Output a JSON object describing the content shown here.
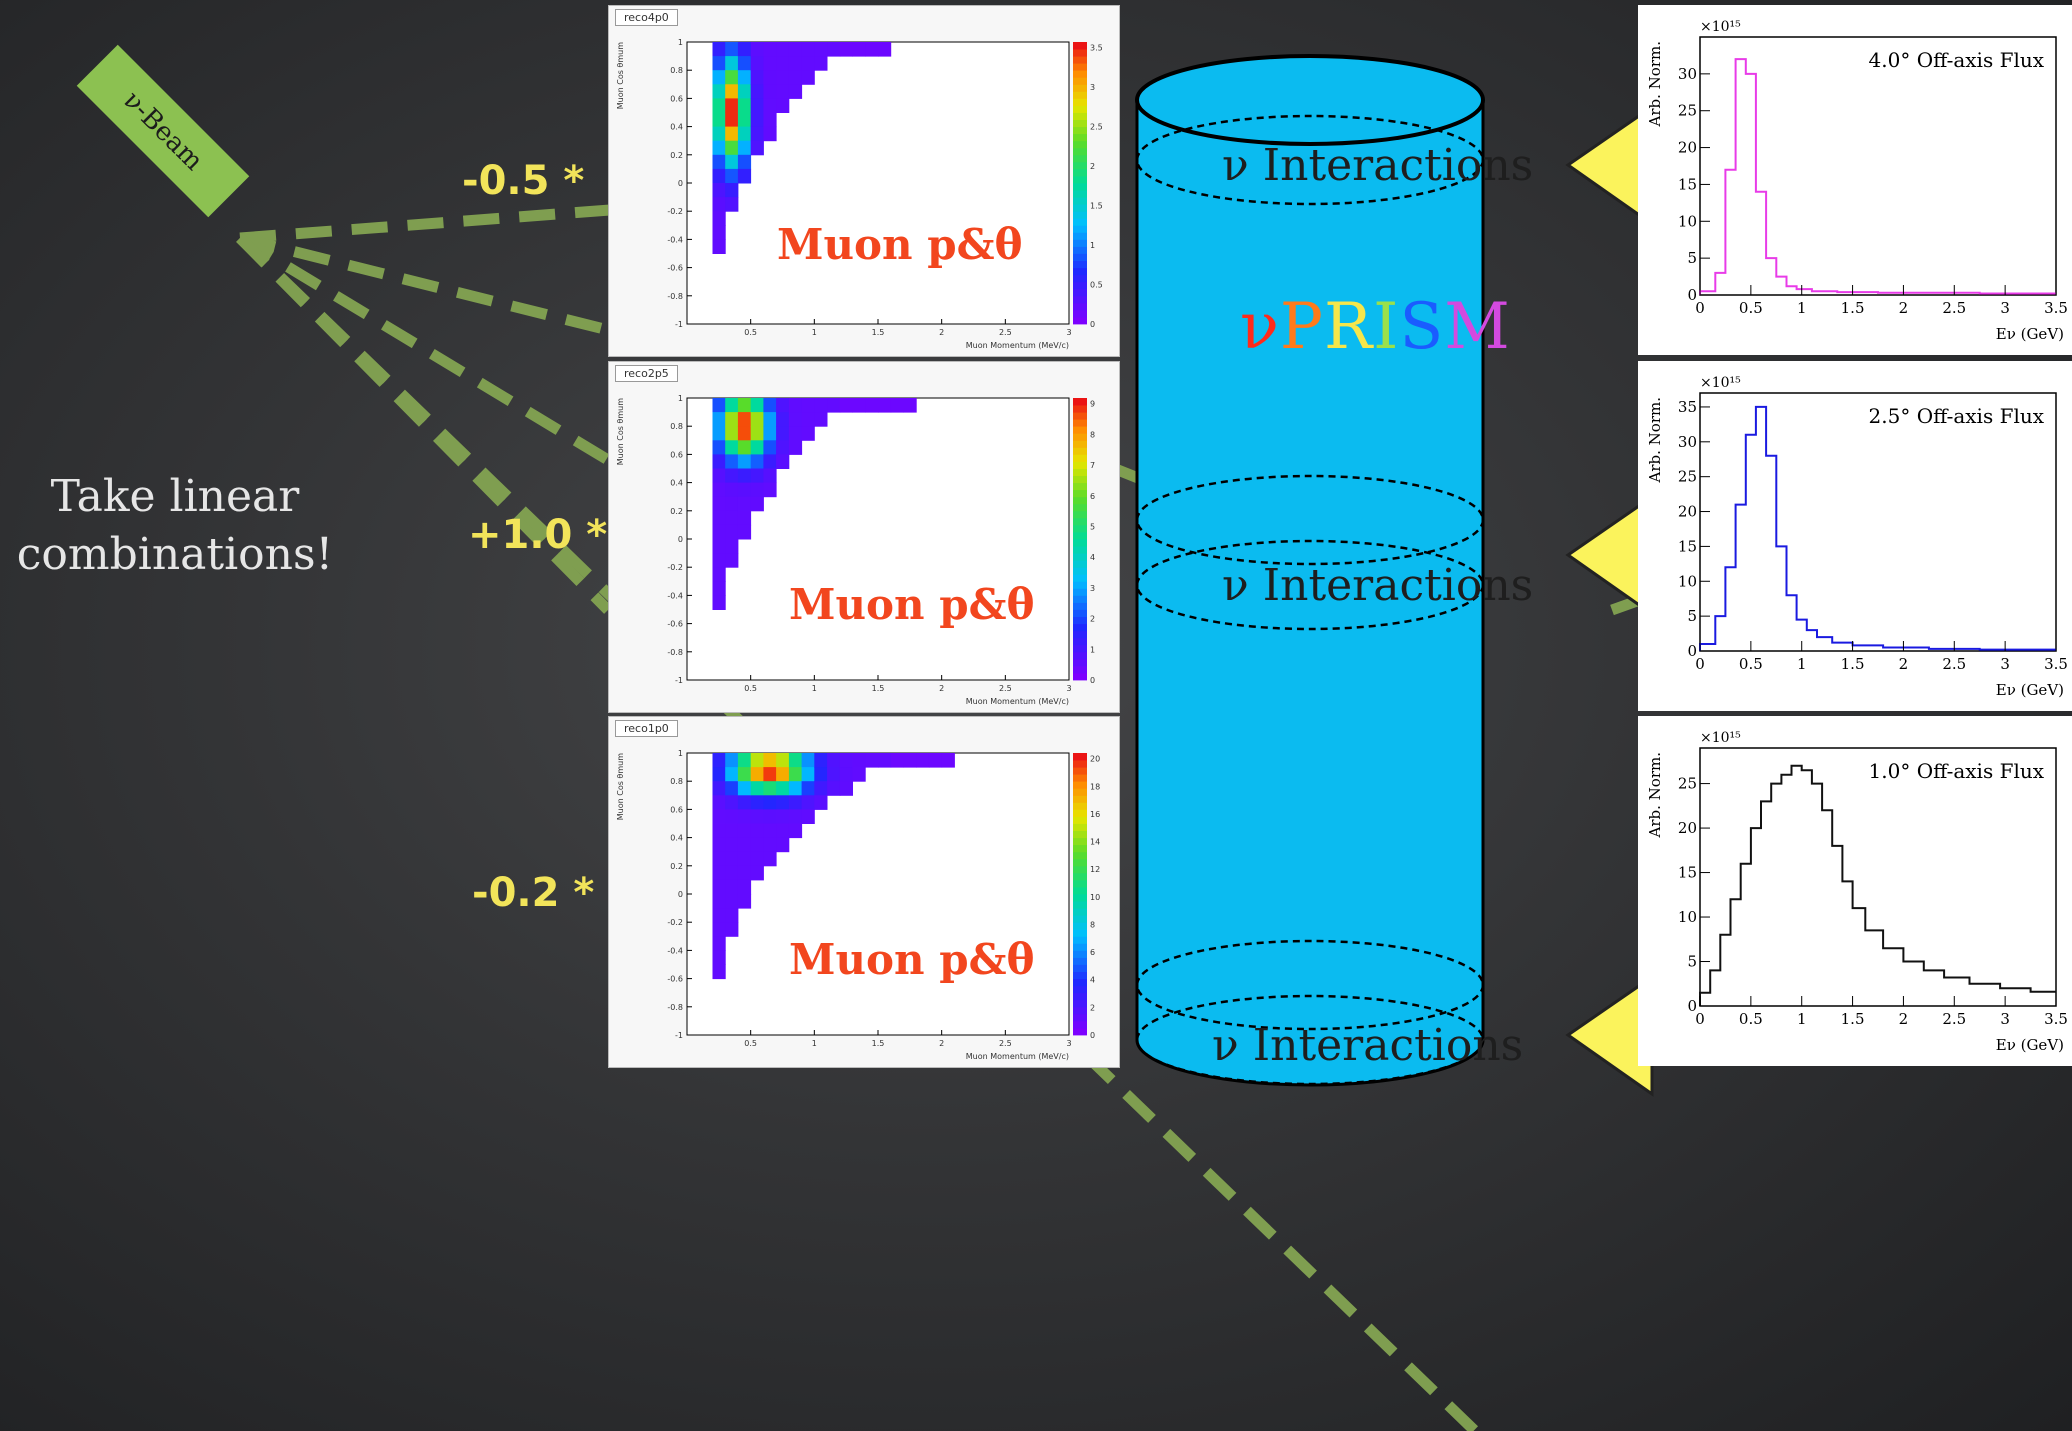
{
  "beam_label": "ν-Beam",
  "side_note": [
    "Take linear",
    "combinations!"
  ],
  "coefficients": [
    "-0.5 *",
    "+1.0 *",
    "-0.2 *"
  ],
  "panels": [
    {
      "tab": "reco4p0",
      "label": "Muon p&θ",
      "zmax": 3.5,
      "zticks": [
        "0",
        "0.5",
        "1",
        "1.5",
        "2",
        "2.5",
        "3",
        "3.5"
      ]
    },
    {
      "tab": "reco2p5",
      "label": "Muon p&θ",
      "zmax": 9,
      "zticks": [
        "0",
        "1",
        "2",
        "3",
        "4",
        "5",
        "6",
        "7",
        "8",
        "9"
      ]
    },
    {
      "tab": "reco1p0",
      "label": "Muon p&θ",
      "zmax": 20,
      "zticks": [
        "0",
        "2",
        "4",
        "6",
        "8",
        "10",
        "12",
        "14",
        "16",
        "18",
        "20"
      ]
    }
  ],
  "panel_axes": {
    "xlabel": "Muon Momentum (MeV/c)",
    "ylabel": "Muon Cos θmum",
    "xticks": [
      "0.5",
      "1",
      "1.5",
      "2",
      "2.5",
      "3"
    ],
    "yticks": [
      "1",
      "0.8",
      "0.6",
      "0.4",
      "0.2",
      "0",
      "-0.2",
      "-0.4",
      "-0.6",
      "-0.8",
      "-1"
    ]
  },
  "detector": {
    "name_letters": [
      "ν",
      "P",
      "R",
      "I",
      "S",
      "M"
    ],
    "name_colors": [
      "#ff2a1a",
      "#ff7a1a",
      "#f7e64a",
      "#9be04a",
      "#1a5cff",
      "#d34adf"
    ],
    "interaction_label": "ν Interactions",
    "cylinder_color": "#0bbbf0"
  },
  "chart_data": [
    {
      "type": "line",
      "title": "4.0° Off-axis Flux",
      "ylabel": "Arb. Norm.",
      "xlabel": "Eν (GeV)",
      "multiplier": "×10¹⁵",
      "color": "#e83be8",
      "xlim": [
        0,
        3.5
      ],
      "ylim": [
        0,
        35
      ],
      "xticks": [
        "0",
        "0.5",
        "1",
        "1.5",
        "2",
        "2.5",
        "3",
        "3.5"
      ],
      "yticks": [
        "0",
        "5",
        "10",
        "15",
        "20",
        "25",
        "30"
      ],
      "x": [
        0.1,
        0.2,
        0.3,
        0.4,
        0.5,
        0.6,
        0.7,
        0.8,
        0.9,
        1.0,
        1.2,
        1.5,
        2.0,
        2.5,
        3.0,
        3.5
      ],
      "y": [
        0.5,
        3,
        17,
        32,
        30,
        14,
        5,
        2.5,
        1.2,
        0.8,
        0.5,
        0.4,
        0.3,
        0.3,
        0.2,
        0.2
      ]
    },
    {
      "type": "line",
      "title": "2.5° Off-axis Flux",
      "ylabel": "Arb. Norm.",
      "xlabel": "Eν (GeV)",
      "multiplier": "×10¹⁵",
      "color": "#1a1ae0",
      "xlim": [
        0,
        3.5
      ],
      "ylim": [
        0,
        37
      ],
      "xticks": [
        "0",
        "0.5",
        "1",
        "1.5",
        "2",
        "2.5",
        "3",
        "3.5"
      ],
      "yticks": [
        "0",
        "5",
        "10",
        "15",
        "20",
        "25",
        "30",
        "35"
      ],
      "x": [
        0.1,
        0.2,
        0.3,
        0.4,
        0.5,
        0.6,
        0.7,
        0.8,
        0.9,
        1.0,
        1.1,
        1.2,
        1.4,
        1.6,
        2.0,
        2.5,
        3.0,
        3.5
      ],
      "y": [
        1,
        5,
        12,
        21,
        31,
        35,
        28,
        15,
        8,
        4.5,
        3,
        2,
        1.2,
        0.8,
        0.5,
        0.3,
        0.2,
        0.2
      ]
    },
    {
      "type": "line",
      "title": "1.0° Off-axis Flux",
      "ylabel": "Arb. Norm.",
      "xlabel": "Eν (GeV)",
      "multiplier": "×10¹⁵",
      "color": "#111111",
      "xlim": [
        0,
        3.5
      ],
      "ylim": [
        0,
        29
      ],
      "xticks": [
        "0",
        "0.5",
        "1",
        "1.5",
        "2",
        "2.5",
        "3",
        "3.5"
      ],
      "yticks": [
        "0",
        "5",
        "10",
        "15",
        "20",
        "25"
      ],
      "x": [
        0.05,
        0.15,
        0.25,
        0.35,
        0.45,
        0.55,
        0.65,
        0.75,
        0.85,
        0.95,
        1.05,
        1.15,
        1.25,
        1.35,
        1.45,
        1.55,
        1.7,
        1.9,
        2.1,
        2.3,
        2.5,
        2.8,
        3.1,
        3.4
      ],
      "y": [
        1.5,
        4,
        8,
        12,
        16,
        20,
        23,
        25,
        26,
        27,
        26.5,
        25,
        22,
        18,
        14,
        11,
        8.5,
        6.5,
        5,
        4,
        3.2,
        2.5,
        2,
        1.6
      ]
    }
  ]
}
